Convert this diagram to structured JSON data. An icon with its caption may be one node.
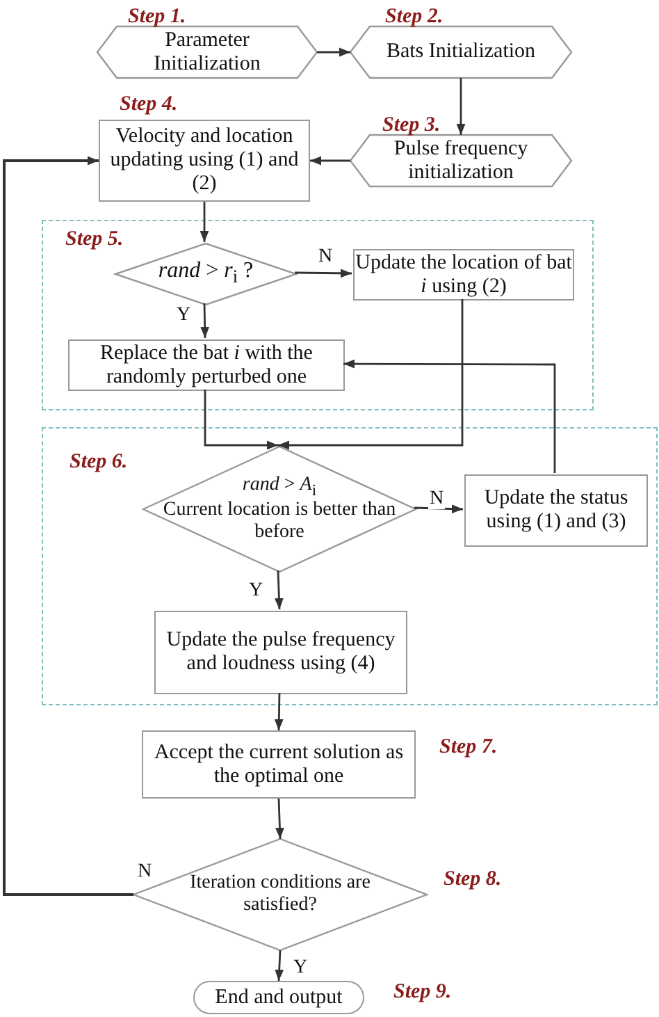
{
  "diagram": {
    "nodes": [
      {
        "text": [
          "Parameter Initialization"
        ],
        "beside": [
          "Step 1."
        ]
      },
      {
        "text": [
          "Bats Initialization"
        ],
        "beside": [
          "Step 2."
        ]
      },
      {
        "text": [
          "Pulse frequency initialization"
        ],
        "beside": [
          "Step 3."
        ]
      },
      {
        "text": [
          "Velocity and location updating using (1) and (2)"
        ],
        "beside": [
          "Step 4."
        ]
      },
      {
        "text": [
          "Step 5."
        ]
      },
      {
        "text": [
          "*rand* > *r*$_{i}$ ?"
        ],
        "in": 4
      },
      {
        "text": [
          "Update the location of bat *i* using (2)"
        ],
        "in": 4
      },
      {
        "text": [
          "Replace the bat *i* with the randomly perturbed one"
        ],
        "in": 4
      },
      {
        "text": [
          "Step 6."
        ]
      },
      {
        "text": [
          "*rand* > *A*$_{i}$",
          "Current location is better than before"
        ],
        "in": 8
      },
      {
        "text": [
          "Update the status using (1) and (3)"
        ],
        "in": 8
      },
      {
        "text": [
          "Update the pulse frequency and loudness using (4)"
        ],
        "in": 8
      },
      {
        "text": [
          "Accept the current solution as the optimal one"
        ],
        "beside": [
          "Step 7."
        ]
      },
      {
        "text": [
          "Iteration conditions are satisfied?"
        ],
        "beside": [
          "Step 8."
        ]
      },
      {
        "text": [
          "End and output"
        ],
        "beside": [
          "Step 9."
        ]
      }
    ],
    "edges": [
      {
        "from": 0,
        "to": 1,
        "arrow": "to"
      },
      {
        "from": 1,
        "to": 2,
        "arrow": "to"
      },
      {
        "from": 2,
        "to": 3,
        "arrow": "to"
      },
      {
        "from": 3,
        "to": 5,
        "arrow": "to"
      },
      {
        "from": 5,
        "to": 6,
        "arrow": "to",
        "label": "N"
      },
      {
        "from": 5,
        "to": 7,
        "arrow": "to",
        "label": "Y"
      },
      {
        "from": 7,
        "to": 9,
        "arrow": "to"
      },
      {
        "from": 6,
        "to": 9,
        "arrow": "to"
      },
      {
        "from": 10,
        "to": 7,
        "arrow": "to"
      },
      {
        "from": 9,
        "to": 10,
        "arrow": "to",
        "label": "N"
      },
      {
        "from": 9,
        "to": 11,
        "arrow": "to",
        "label": "Y"
      },
      {
        "from": 11,
        "to": 12,
        "arrow": "to"
      },
      {
        "from": 12,
        "to": 13,
        "arrow": "to"
      },
      {
        "from": 13,
        "to": 3,
        "arrow": "to",
        "label": "N"
      },
      {
        "from": 13,
        "to": 14,
        "arrow": "to",
        "label": "Y"
      }
    ]
  }
}
